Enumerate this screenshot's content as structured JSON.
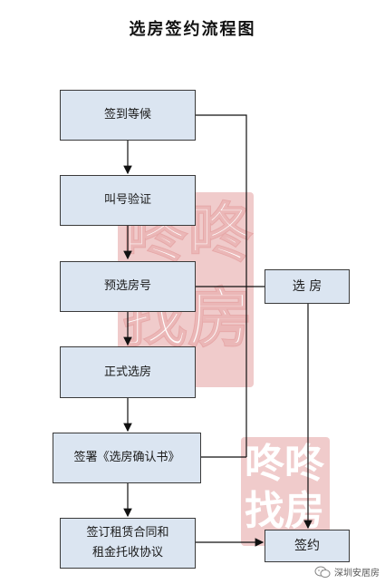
{
  "title": "选房签约流程图",
  "steps": [
    {
      "id": "checkin",
      "label": "签到等候"
    },
    {
      "id": "call",
      "label": "叫号验证"
    },
    {
      "id": "preselect",
      "label": "预选房号"
    },
    {
      "id": "formal",
      "label": "正式选房"
    },
    {
      "id": "confirm",
      "label": "签署《选房确认书》"
    },
    {
      "id": "lease",
      "label": "签订租赁合同和\n租金托收协议"
    }
  ],
  "side": {
    "select": "选 房",
    "sign": "签约"
  },
  "watermark": {
    "line1": "咚咚",
    "line2": "找房",
    "line1_small": "咚咚",
    "line2_small": "找房"
  },
  "footer": {
    "account": "深圳安居房"
  },
  "colors": {
    "box_fill": "#dbe5f1",
    "box_border": "#3a3a3a",
    "watermark": "#e4a0a0"
  }
}
